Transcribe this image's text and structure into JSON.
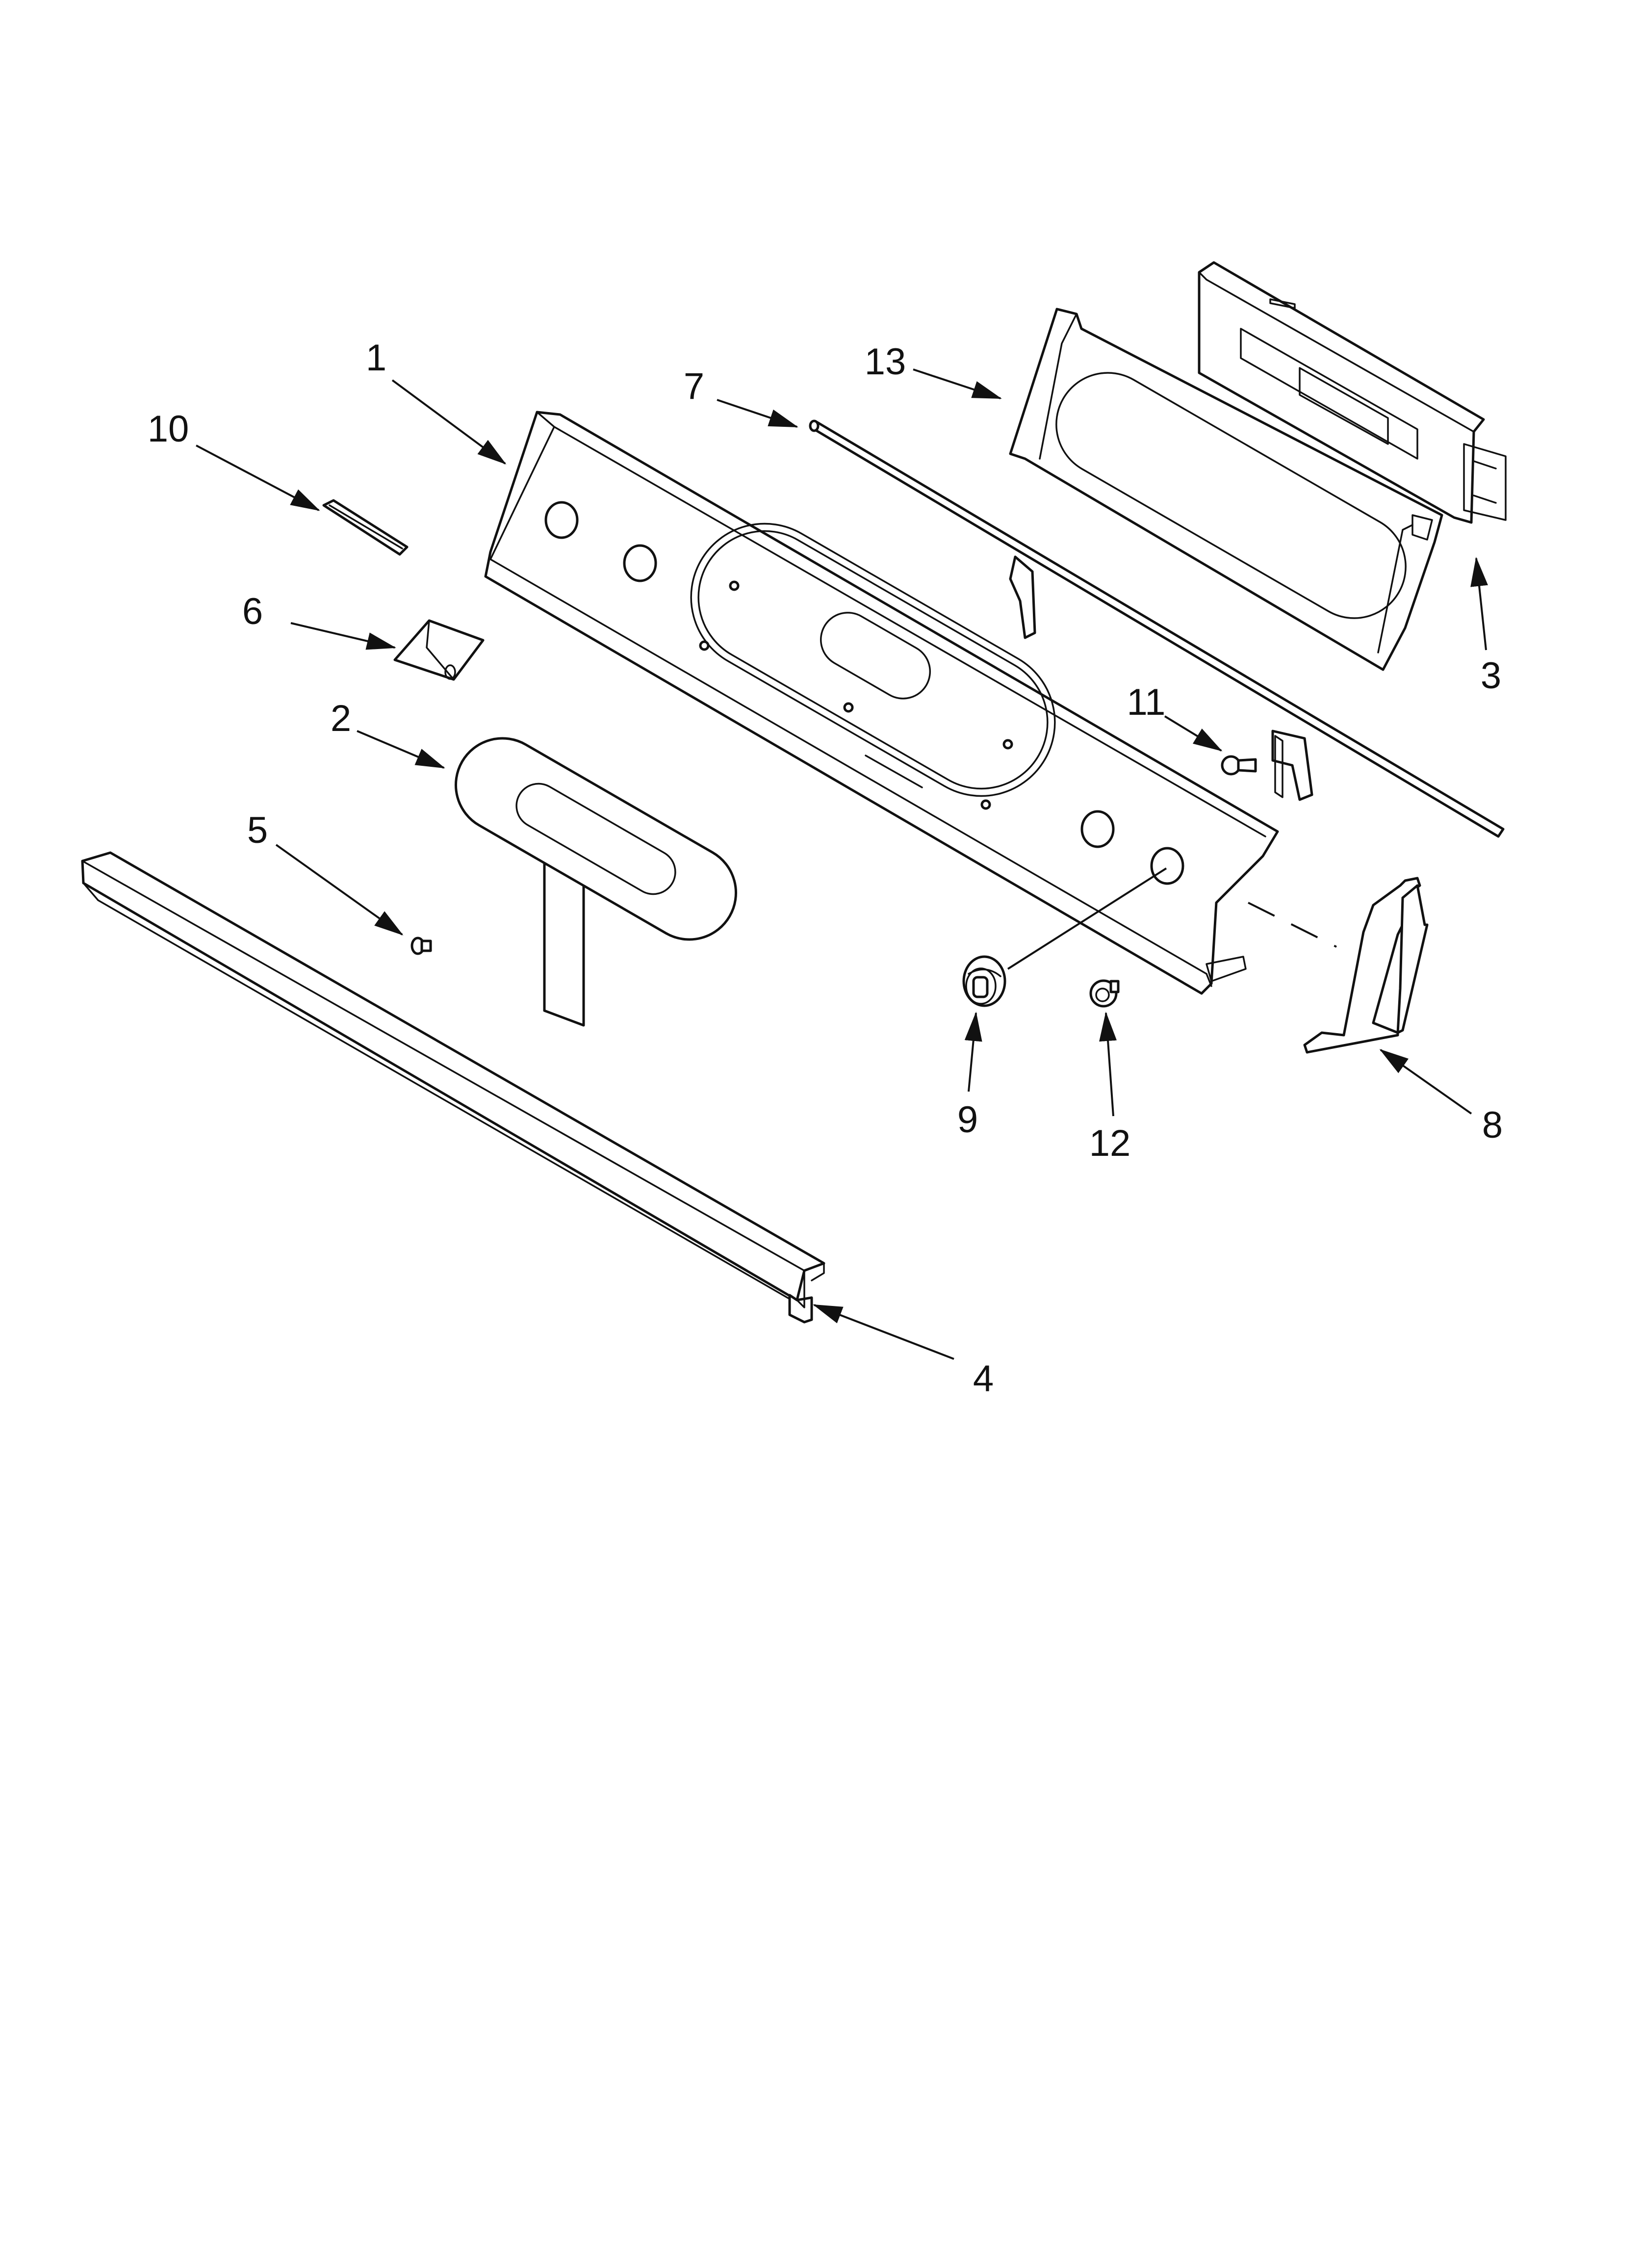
{
  "diagram": {
    "callouts": [
      "1",
      "2",
      "3",
      "4",
      "5",
      "6",
      "7",
      "8",
      "9",
      "10",
      "11",
      "12",
      "13"
    ]
  }
}
